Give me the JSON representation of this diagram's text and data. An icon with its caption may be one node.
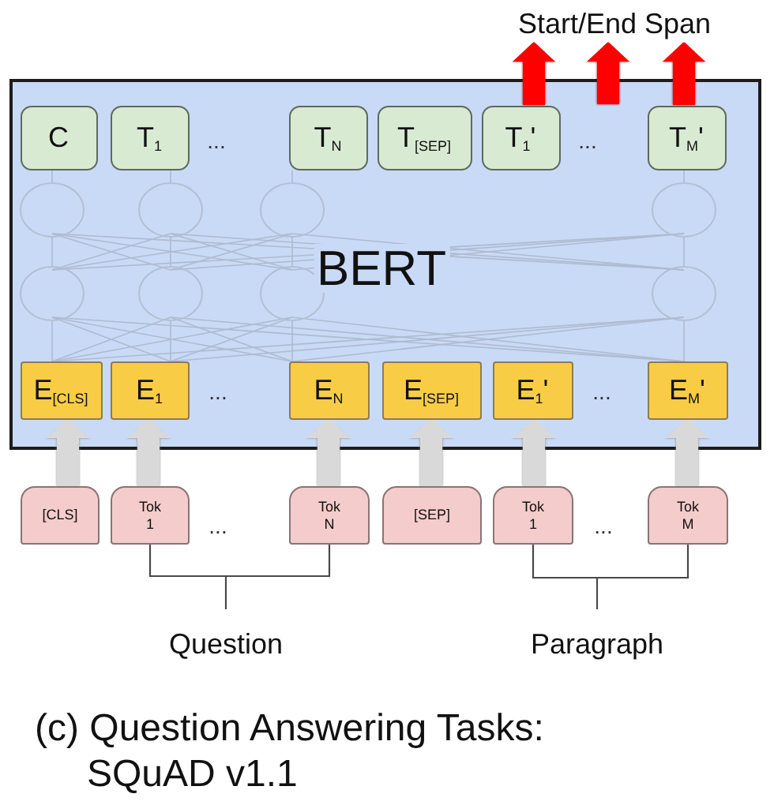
{
  "diagram": {
    "caption": "(c) Question Answering Tasks: SQuAD v1.1",
    "nodes": [
      {
        "text": [
          "Start/End Span"
        ]
      },
      {
        "text": [
          "BERT"
        ]
      },
      {
        "text": [
          "C"
        ],
        "in": 1
      },
      {
        "text": [
          "T$_{1}$"
        ],
        "in": 1
      },
      {
        "text": [
          "T$_{N}$"
        ],
        "in": 1
      },
      {
        "text": [
          "T$_{[SEP]}$"
        ],
        "in": 1
      },
      {
        "text": [
          "T$_{1}$'"
        ],
        "in": 1
      },
      {
        "text": [
          "T$_{M}$'"
        ],
        "in": 1
      },
      {
        "text": [
          "E$_{[CLS]}$"
        ],
        "in": 1
      },
      {
        "text": [
          "E$_{1}$"
        ],
        "in": 1
      },
      {
        "text": [
          "E$_{N}$"
        ],
        "in": 1
      },
      {
        "text": [
          "E$_{[SEP]}$"
        ],
        "in": 1
      },
      {
        "text": [
          "E$_{1}$'"
        ],
        "in": 1
      },
      {
        "text": [
          "E$_{M}$'"
        ],
        "in": 1
      },
      {
        "text": [
          "[CLS]"
        ]
      },
      {
        "text": [
          "Tok 1"
        ]
      },
      {
        "text": [
          "Tok N"
        ]
      },
      {
        "text": [
          "[SEP]"
        ]
      },
      {
        "text": [
          "Tok 1"
        ]
      },
      {
        "text": [
          "Tok M"
        ]
      }
    ],
    "edges": [
      {
        "from": 6,
        "to": 0,
        "arrow": "to",
        "color": "#ff0000"
      },
      {
        "from": null,
        "to": 0,
        "arrow": "to",
        "color": "#ff0000"
      },
      {
        "from": 7,
        "to": 0,
        "arrow": "to",
        "color": "#ff0000"
      },
      {
        "from": 14,
        "to": 8,
        "arrow": "to",
        "color": "#d9d9d9"
      },
      {
        "from": 15,
        "to": 9,
        "arrow": "to",
        "color": "#d9d9d9"
      },
      {
        "from": 16,
        "to": 10,
        "arrow": "to",
        "color": "#d9d9d9"
      },
      {
        "from": 17,
        "to": 11,
        "arrow": "to",
        "color": "#d9d9d9"
      },
      {
        "from": 18,
        "to": 12,
        "arrow": "to",
        "color": "#d9d9d9"
      },
      {
        "from": 19,
        "to": 13,
        "arrow": "to",
        "color": "#d9d9d9"
      }
    ],
    "labels": [
      "...",
      "...",
      "...",
      "...",
      "...",
      "...",
      "Question",
      "Paragraph"
    ]
  }
}
